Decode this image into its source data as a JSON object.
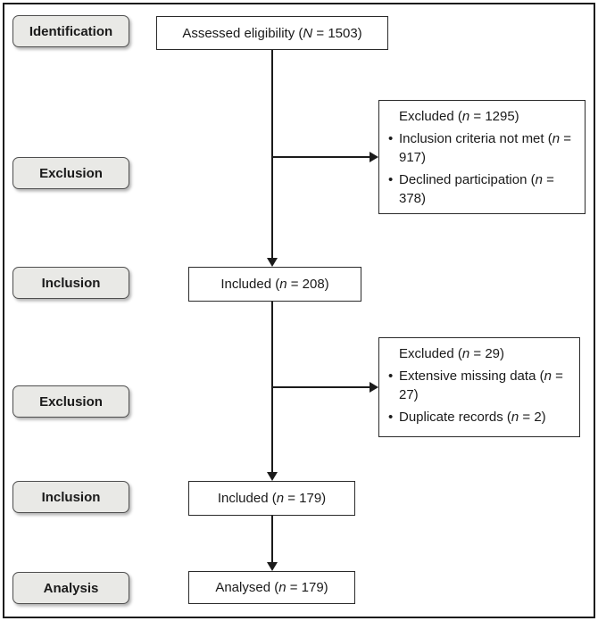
{
  "stages": [
    {
      "label": "Identification"
    },
    {
      "label": "Exclusion"
    },
    {
      "label": "Inclusion"
    },
    {
      "label": "Exclusion"
    },
    {
      "label": "Inclusion"
    },
    {
      "label": "Analysis"
    }
  ],
  "flow": {
    "bullet_glyph": "•",
    "assessed": {
      "pre": "Assessed eligibility (",
      "var": "N",
      "post": " = 1503)"
    },
    "included_208": {
      "pre": "Included (",
      "var": "n",
      "post": " = 208)"
    },
    "included_179": {
      "pre": "Included (",
      "var": "n",
      "post": " = 179)"
    },
    "analysed": {
      "pre": "Analysed (",
      "var": "n",
      "post": " = 179)"
    },
    "excluded_1295": {
      "title": {
        "pre": "Excluded (",
        "var": "n",
        "post": " = 1295)"
      },
      "bullets": [
        {
          "pre": "Inclusion criteria not met (",
          "var": "n",
          "post": " = 917)"
        },
        {
          "pre": "Declined participation (",
          "var": "n",
          "post": " = 378)"
        }
      ]
    },
    "excluded_29": {
      "title": {
        "pre": "Excluded (",
        "var": "n",
        "post": " = 29)"
      },
      "bullets": [
        {
          "pre": "Extensive missing data (",
          "var": "n",
          "post": " = 27)"
        },
        {
          "pre": "Duplicate records (",
          "var": "n",
          "post": " = 2)"
        }
      ]
    }
  },
  "colors": {
    "line": "#1b1b1b",
    "stage_fill": "#e9e9e6",
    "box_fill": "#ffffff",
    "text": "#1a1a1a"
  }
}
